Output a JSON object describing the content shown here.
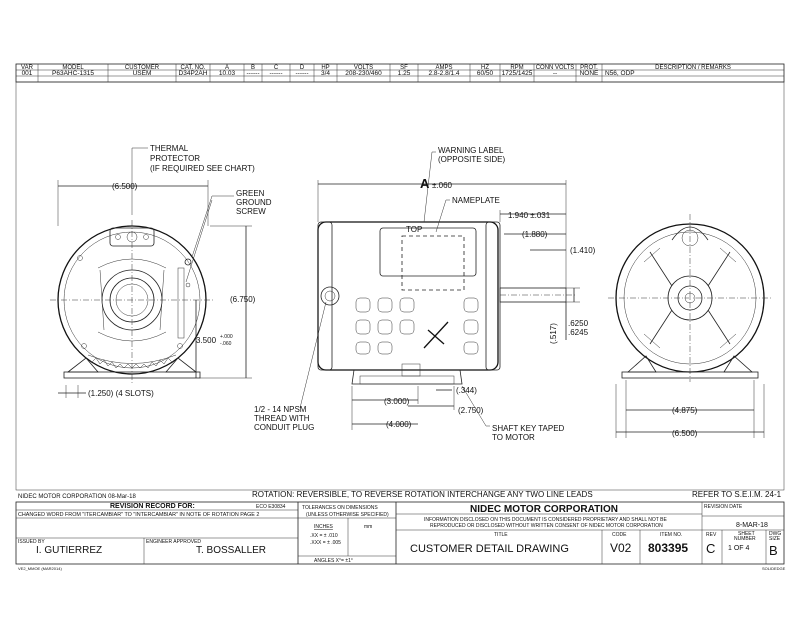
{
  "spec_table": {
    "headers": [
      "VAR",
      "MODEL",
      "CUSTOMER",
      "CAT. NO.",
      "A",
      "B",
      "C",
      "D",
      "HP",
      "VOLTS",
      "SF",
      "AMPS",
      "HZ",
      "RPM",
      "CONN VOLTS",
      "PROT.",
      "DESCRIPTION / REMARKS"
    ],
    "row": [
      "001",
      "P63AHC-1315",
      "USEM",
      "D34P2AH",
      "10.03",
      "------",
      "------",
      "------",
      "3/4",
      "208-230/460",
      "1.25",
      "2.8-2.8/1.4",
      "60/50",
      "1725/1425",
      "--",
      "NONE",
      "N56, ODP"
    ]
  },
  "callouts": {
    "thermal_protector": [
      "THERMAL",
      "PROTECTOR",
      "(IF REQUIRED SEE CHART)"
    ],
    "green_ground_screw": [
      "GREEN",
      "GROUND",
      "SCREW"
    ],
    "warning_label": [
      "WARNING LABEL",
      "(OPPOSITE SIDE)"
    ],
    "nameplate": "NAMEPLATE",
    "top": "TOP",
    "conduit": [
      "1/2 - 14 NPSM",
      "THREAD WITH",
      "CONDUIT PLUG"
    ],
    "shaft_key": [
      "SHAFT KEY TAPED",
      "TO MOTOR"
    ]
  },
  "dimensions": {
    "d6500_top": "(6.500)",
    "d6750": "(6.750)",
    "d3500": "3.500",
    "d3500_tol_plus": "+.000",
    "d3500_tol_minus": "-.060",
    "d1250": "(1.250) (4 SLOTS)",
    "dA": "A",
    "dA_tol": "±.060",
    "d1940": "1.940 ±.031",
    "d1880": "(1.880)",
    "d1410": "(1.410)",
    "d517": "(.517)",
    "d6250": ".6250",
    "d6245": ".6245",
    "d344": "(.344)",
    "d3000": "(3.000)",
    "d2750": "(2.750)",
    "d4000": "(4.000)",
    "d4875": "(4.875)",
    "d6500_bottom": "(6.500)"
  },
  "notes": {
    "rotation": "ROTATION: REVERSIBLE, TO REVERSE ROTATION INTERCHANGE ANY TWO LINE LEADS",
    "refer": "REFER TO S.E.I.M. 24-1",
    "corp_date": "NIDEC MOTOR CORPORATION 08-Mar-18"
  },
  "title_block": {
    "revision_record_label": "REVISION RECORD FOR:",
    "eco": "ECO E30834",
    "revision_text": "CHANGED WORD FROM \"ITERCAMBIAR\" TO \"INTERCAMBIAR\" IN NOTE OF ROTATION PAGE 2",
    "issued_by_label": "ISSUED BY",
    "issued_by": "I. GUTIERREZ",
    "engineer_label": "ENGINEER APPROVED",
    "engineer": "T. BOSSALLER",
    "tolerances_label": "TOLERANCES ON DIMENSIONS",
    "tolerances_sub": "(UNLESS OTHERWISE SPECIFIED)",
    "inches_label": "INCHES",
    "mm_label": "mm",
    "tol_xx": ".XX = ± .010",
    "tol_xxx": ".XXX = ± .005",
    "angles": "ANGLES  X°= ±1°",
    "company": "NIDEC MOTOR CORPORATION",
    "proprietary_1": "INFORMATION DISCLOSED ON THIS DOCUMENT IS CONSIDERED PROPRIETARY AND SHALL NOT BE",
    "proprietary_2": "REPRODUCED OR DISCLOSED WITHOUT WRITTEN CONSENT OF NIDEC MOTOR CORPORATION",
    "title_label": "TITLE",
    "title": "CUSTOMER  DETAIL  DRAWING",
    "code_label": "CODE",
    "code": "V02",
    "item_label": "ITEM NO.",
    "item": "803395",
    "rev_label": "REV",
    "rev": "C",
    "sheet_label_1": "SHEET",
    "sheet_label_2": "NUMBER",
    "sheet": "1  OF  4",
    "dwg_label_1": "DWG",
    "dwg_label_2": "SIZE",
    "dwg_size": "B",
    "revision_date_label": "REVISION DATE",
    "revision_date": "8-MAR-18",
    "form_left": "VE2_MMOE (MAR2014)",
    "form_right": "SOLIDEDGE"
  }
}
